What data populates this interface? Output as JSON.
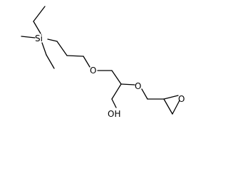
{
  "molecule": {
    "atom_labels": {
      "silicon": "Si",
      "ether_oxygen_1": "O",
      "ether_oxygen_2": "O",
      "epoxide_oxygen": "O",
      "hydroxyl": "OH"
    }
  }
}
